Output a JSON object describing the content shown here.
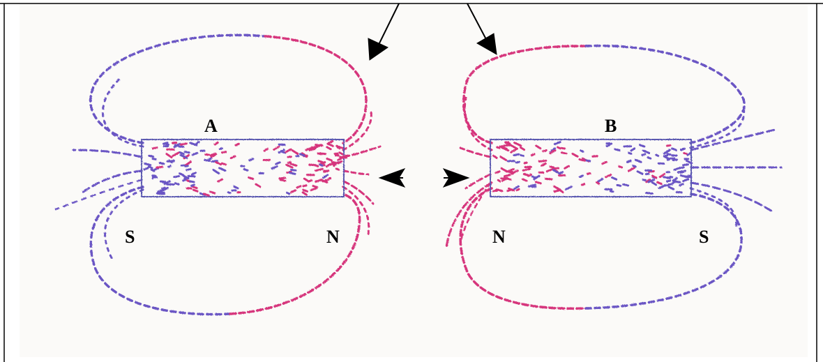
{
  "magnets": [
    {
      "id": "A",
      "label": "A",
      "left_pole": "S",
      "right_pole": "N"
    },
    {
      "id": "B",
      "label": "B",
      "left_pole": "N",
      "right_pole": "S"
    }
  ],
  "colors": {
    "north_field": "#d6357c",
    "south_field": "#6a55c4",
    "magnet_outline": "#5a58b0",
    "arrows": "#000000",
    "paper": "#fbfaf8"
  },
  "icons": {
    "left_pointer": "arrow-down-right",
    "right_pointer": "arrow-down-left",
    "gap_left": "arrow-left",
    "gap_right": "arrow-right"
  }
}
